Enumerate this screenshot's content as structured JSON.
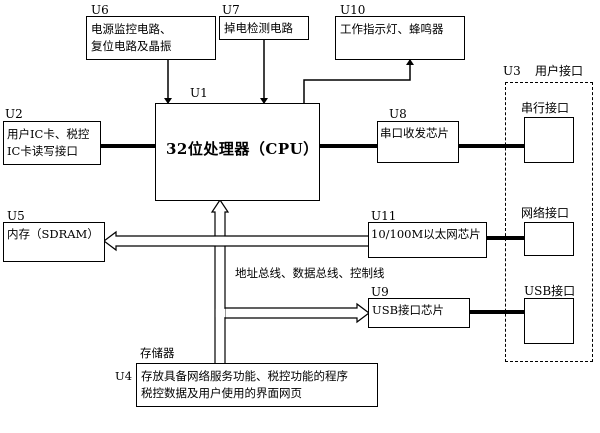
{
  "cpu": {
    "id": "U1",
    "text": "32位处理器（CPU）"
  },
  "u2": {
    "id": "U2",
    "lines": [
      "用户IC卡、税控",
      "IC卡读写接口"
    ]
  },
  "u6": {
    "id": "U6",
    "lines": [
      "电源监控电路、",
      "复位电路及晶振"
    ]
  },
  "u7": {
    "id": "U7",
    "text": "掉电检测电路"
  },
  "u10": {
    "id": "U10",
    "text": "工作指示灯、蜂鸣器"
  },
  "u8": {
    "id": "U8",
    "text": "串口收发芯片"
  },
  "u5": {
    "id": "U5",
    "text": "内存（SDRAM）"
  },
  "u11": {
    "id": "U11",
    "text": "10/100M以太网芯片"
  },
  "u9": {
    "id": "U9",
    "text": "USB接口芯片"
  },
  "bus": {
    "text": "地址总线、数据总线、控制线"
  },
  "u4": {
    "id": "U4",
    "caption": "存储器",
    "lines": [
      "存放具备网络服务功能、税控功能的程序",
      "税控数据及用户使用的界面网页"
    ]
  },
  "u3": {
    "id": "U3",
    "title": "用户接口",
    "ports": [
      "串行接口",
      "网络接口",
      "USB接口"
    ]
  }
}
